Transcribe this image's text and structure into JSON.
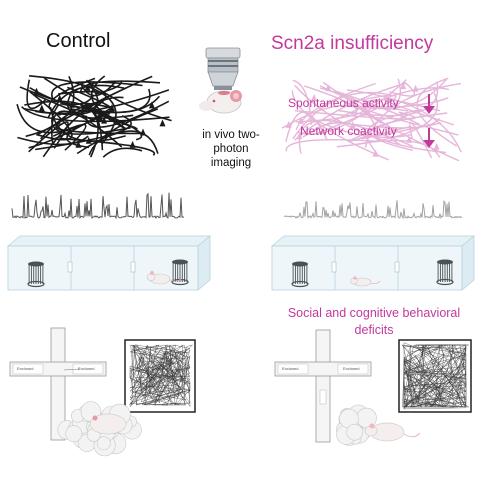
{
  "titles": {
    "control": "Control",
    "scn2a": "Scn2a insufficiency"
  },
  "imaging": {
    "label": "in vivo two-photon imaging"
  },
  "findings": {
    "spontaneous": "Spontaneous activity",
    "coactivity": "Network coactivity",
    "behavior": "Social and cognitive behavioral deficits"
  },
  "maze_labels": {
    "arm": "Enclosed"
  },
  "colors": {
    "accent": "#c2399c",
    "neuron_control": "#1a1a1a",
    "neuron_scn2a": "#e6b5da",
    "trace_control": "#555555",
    "trace_scn2a": "#a3a3a3",
    "chamber": "#cfe6ee"
  },
  "icons": {
    "objective": "microscope-objective-icon",
    "mouse": "mouse-icon",
    "cage": "wire-cage-icon",
    "nest": "nest-icon",
    "arrow": "arrow-down-icon"
  }
}
